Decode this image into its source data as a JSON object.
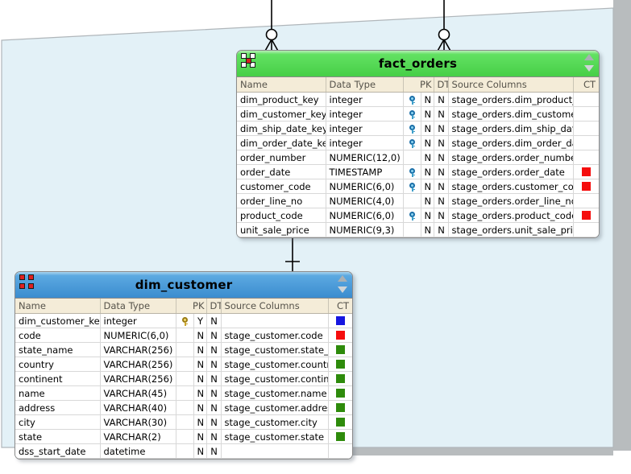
{
  "canvas": {
    "background_color": "#ffffff",
    "surface_color": "#e3f1f7",
    "surface_border_color": "#b0b6ba",
    "right_gutter_color": "#b8bcbe",
    "bottom_gutter_color": "#b8bcbe"
  },
  "columns": {
    "name": "Name",
    "data_type": "Data Type",
    "pk": "PK",
    "dt": "DT",
    "source_columns": "Source Columns",
    "ct": "CT"
  },
  "entities": [
    {
      "id": "fact_orders",
      "title": "fact_orders",
      "title_style": "green",
      "icon": "table-grid-icon-white",
      "columns": [
        "Name",
        "Data Type",
        "PK",
        "DT",
        "Source Columns",
        "CT"
      ],
      "rows": [
        {
          "name": "dim_product_key",
          "data_type": "integer",
          "key": "blue",
          "pk": "N",
          "dt": "N",
          "source": "stage_orders.dim_product_key",
          "ct": ""
        },
        {
          "name": "dim_customer_key",
          "data_type": "integer",
          "key": "blue",
          "pk": "N",
          "dt": "N",
          "source": "stage_orders.dim_customer_key",
          "ct": ""
        },
        {
          "name": "dim_ship_date_key",
          "data_type": "integer",
          "key": "blue",
          "pk": "N",
          "dt": "N",
          "source": "stage_orders.dim_ship_date_key",
          "ct": ""
        },
        {
          "name": "dim_order_date_key",
          "data_type": "integer",
          "key": "blue",
          "pk": "N",
          "dt": "N",
          "source": "stage_orders.dim_order_date_key",
          "ct": ""
        },
        {
          "name": "order_number",
          "data_type": "NUMERIC(12,0)",
          "key": "",
          "pk": "N",
          "dt": "N",
          "source": "stage_orders.order_number",
          "ct": ""
        },
        {
          "name": "order_date",
          "data_type": "TIMESTAMP",
          "key": "blue",
          "pk": "N",
          "dt": "N",
          "source": "stage_orders.order_date",
          "ct": "#f50d0d"
        },
        {
          "name": "customer_code",
          "data_type": "NUMERIC(6,0)",
          "key": "blue",
          "pk": "N",
          "dt": "N",
          "source": "stage_orders.customer_code",
          "ct": "#f50d0d"
        },
        {
          "name": "order_line_no",
          "data_type": "NUMERIC(4,0)",
          "key": "",
          "pk": "N",
          "dt": "N",
          "source": "stage_orders.order_line_no",
          "ct": ""
        },
        {
          "name": "product_code",
          "data_type": "NUMERIC(6,0)",
          "key": "blue",
          "pk": "N",
          "dt": "N",
          "source": "stage_orders.product_code",
          "ct": "#f50d0d"
        },
        {
          "name": "unit_sale_price",
          "data_type": "NUMERIC(9,3)",
          "key": "",
          "pk": "N",
          "dt": "N",
          "source": "stage_orders.unit_sale_price",
          "ct": ""
        }
      ]
    },
    {
      "id": "dim_customer",
      "title": "dim_customer",
      "title_style": "blue",
      "icon": "table-grid-icon-red",
      "columns": [
        "Name",
        "Data Type",
        "PK",
        "DT",
        "Source Columns",
        "CT"
      ],
      "rows": [
        {
          "name": "dim_customer_key",
          "data_type": "integer",
          "key": "gold",
          "pk": "Y",
          "dt": "N",
          "source": "",
          "ct": "#1616e0"
        },
        {
          "name": "code",
          "data_type": "NUMERIC(6,0)",
          "key": "",
          "pk": "N",
          "dt": "N",
          "source": "stage_customer.code",
          "ct": "#f50d0d"
        },
        {
          "name": "state_name",
          "data_type": "VARCHAR(256)",
          "key": "",
          "pk": "N",
          "dt": "N",
          "source": "stage_customer.state_name",
          "ct": "#2e8b0b"
        },
        {
          "name": "country",
          "data_type": "VARCHAR(256)",
          "key": "",
          "pk": "N",
          "dt": "N",
          "source": "stage_customer.country",
          "ct": "#2e8b0b"
        },
        {
          "name": "continent",
          "data_type": "VARCHAR(256)",
          "key": "",
          "pk": "N",
          "dt": "N",
          "source": "stage_customer.continent",
          "ct": "#2e8b0b"
        },
        {
          "name": "name",
          "data_type": "VARCHAR(45)",
          "key": "",
          "pk": "N",
          "dt": "N",
          "source": "stage_customer.name",
          "ct": "#2e8b0b"
        },
        {
          "name": "address",
          "data_type": "VARCHAR(40)",
          "key": "",
          "pk": "N",
          "dt": "N",
          "source": "stage_customer.address",
          "ct": "#2e8b0b"
        },
        {
          "name": "city",
          "data_type": "VARCHAR(30)",
          "key": "",
          "pk": "N",
          "dt": "N",
          "source": "stage_customer.city",
          "ct": "#2e8b0b"
        },
        {
          "name": "state",
          "data_type": "VARCHAR(2)",
          "key": "",
          "pk": "N",
          "dt": "N",
          "source": "stage_customer.state",
          "ct": "#2e8b0b"
        },
        {
          "name": "dss_start_date",
          "data_type": "datetime",
          "key": "",
          "pk": "N",
          "dt": "N",
          "source": "",
          "ct": ""
        }
      ]
    }
  ],
  "relationships": [
    {
      "id": "rel-top-left",
      "notation": "crows-foot-optional",
      "from": "above-canvas",
      "to": "fact_orders"
    },
    {
      "id": "rel-top-right",
      "notation": "crows-foot-optional",
      "from": "above-canvas",
      "to": "fact_orders"
    },
    {
      "id": "rel-customer",
      "notation": "crows-foot-optional-to-one",
      "from": "fact_orders",
      "to": "dim_customer"
    }
  ]
}
